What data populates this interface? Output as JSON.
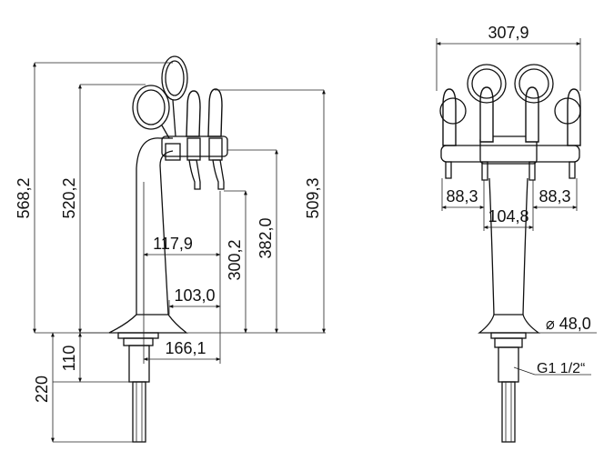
{
  "side_view": {
    "dims": {
      "total_height": "568,2",
      "upper_height": "520,2",
      "reach_117": "117,9",
      "reach_103": "103,0",
      "reach_166": "166,1",
      "height_300": "300,2",
      "height_382": "382,0",
      "height_509": "509,3",
      "shank_110": "110",
      "shank_220": "220"
    }
  },
  "front_view": {
    "dims": {
      "total_width": "307,9",
      "spacing_left": "88,3",
      "spacing_center": "104,8",
      "spacing_right": "88,3",
      "diameter": "⌀ 48,0",
      "thread": "G1 1/2“"
    }
  }
}
